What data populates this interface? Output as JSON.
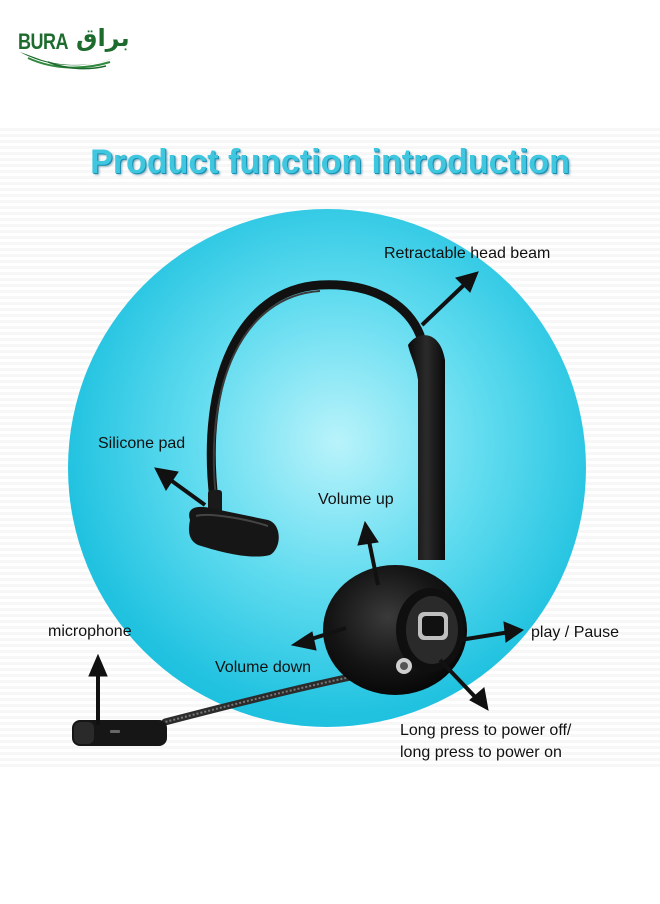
{
  "brand": {
    "name_latin": "BURA",
    "name_arabic": "براق",
    "color": "#1e6b2e"
  },
  "title": "Product function introduction",
  "accent_color": "#3ec7df",
  "labels": {
    "retractable_head_beam": "Retractable head beam",
    "silicone_pad": "Silicone pad",
    "volume_up": "Volume up",
    "microphone": "microphone",
    "play_pause": "play / Pause",
    "volume_down": "Volume down",
    "long_press_line1": "Long press to power off/",
    "long_press_line2": "long press to power on"
  }
}
